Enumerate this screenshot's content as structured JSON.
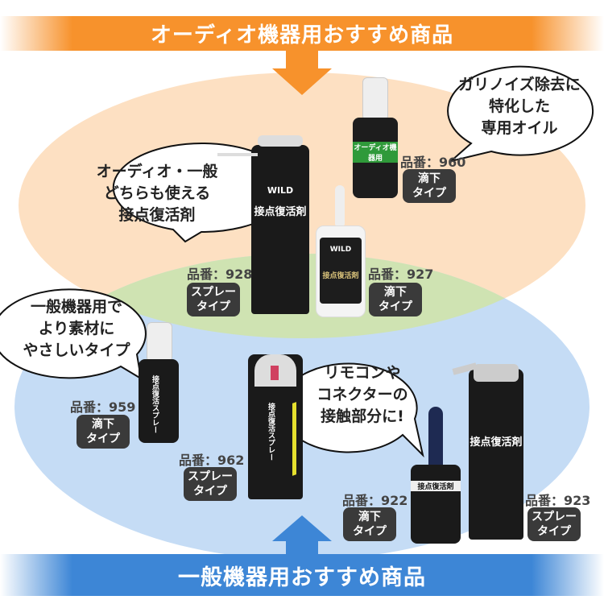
{
  "top_banner": {
    "title": "オーディオ機器用おすすめ商品",
    "color": "#f7922c"
  },
  "bottom_banner": {
    "title": "一般機器用おすすめ商品",
    "color": "#3d86d6"
  },
  "regions": {
    "audio_color": "#fde0c2",
    "general_color": "#c5dcf5",
    "overlap_color": "#cfe3b2"
  },
  "bubbles": [
    {
      "lines": [
        "ガリノイズ除去に",
        "特化した",
        "専用オイル"
      ]
    },
    {
      "lines": [
        "オーディオ・一般",
        "どちらも使える",
        "接点復活剤"
      ]
    },
    {
      "lines": [
        "一般機器用で",
        "より素材に",
        "やさしいタイプ"
      ]
    },
    {
      "lines": [
        "リモコンや",
        "コネクターの",
        "接触部分に!"
      ]
    }
  ],
  "products": [
    {
      "part_no": "品番：960",
      "type": [
        "滴下",
        "タイプ"
      ],
      "label": "オーディオ機器用"
    },
    {
      "part_no": "品番：928",
      "type": [
        "スプレー",
        "タイプ"
      ],
      "label": "接点復活剤",
      "brand": "WILD"
    },
    {
      "part_no": "品番：927",
      "type": [
        "滴下",
        "タイプ"
      ],
      "label": "接点復活剤",
      "brand": "WILD"
    },
    {
      "part_no": "品番：959",
      "type": [
        "滴下",
        "タイプ"
      ],
      "label": "接点復活スプレー"
    },
    {
      "part_no": "品番：962",
      "type": [
        "スプレー",
        "タイプ"
      ],
      "label": "接点復活スプレー"
    },
    {
      "part_no": "品番：922",
      "type": [
        "滴下",
        "タイプ"
      ],
      "label": "接点復活剤"
    },
    {
      "part_no": "品番：923",
      "type": [
        "スプレー",
        "タイプ"
      ],
      "label": "接点復活剤"
    }
  ]
}
